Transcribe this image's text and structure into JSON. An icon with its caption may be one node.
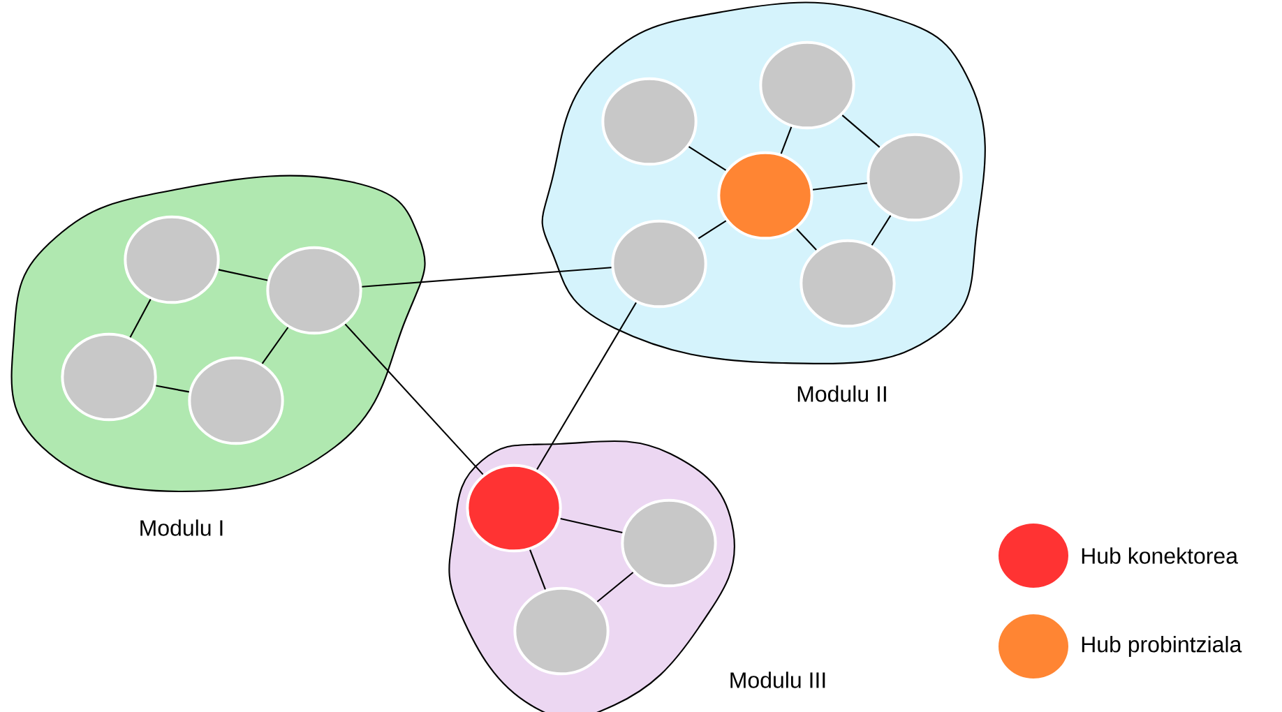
{
  "diagram": {
    "nodes": [
      {
        "text": [
          "Modulu I"
        ]
      },
      {
        "text": [],
        "shape": "circle",
        "in": 0
      },
      {
        "text": [],
        "shape": "circle",
        "in": 0
      },
      {
        "text": [],
        "shape": "circle",
        "in": 0
      },
      {
        "text": [],
        "shape": "circle",
        "in": 0
      },
      {
        "text": [
          "Modulu II"
        ]
      },
      {
        "text": [],
        "shape": "circle",
        "in": 5
      },
      {
        "text": [],
        "shape": "circle",
        "in": 5
      },
      {
        "text": [],
        "shape": "circle",
        "in": 5
      },
      {
        "text": [],
        "shape": "circle",
        "in": 5
      },
      {
        "text": [],
        "shape": "circle",
        "in": 5
      },
      {
        "text": [],
        "shape": "circle",
        "in": 5
      },
      {
        "text": [
          "Modulu III"
        ]
      },
      {
        "text": [],
        "shape": "circle",
        "in": 12
      },
      {
        "text": [],
        "shape": "circle",
        "in": 12
      },
      {
        "text": [],
        "shape": "circle",
        "in": 12
      }
    ],
    "edges": [
      {
        "from": 1,
        "to": 2,
        "arrow": "none"
      },
      {
        "from": 1,
        "to": 3,
        "arrow": "none"
      },
      {
        "from": 3,
        "to": 4,
        "arrow": "none"
      },
      {
        "from": 4,
        "to": 2,
        "arrow": "none"
      },
      {
        "from": 2,
        "to": 10,
        "arrow": "none"
      },
      {
        "from": 2,
        "to": 13,
        "arrow": "none"
      },
      {
        "from": 10,
        "to": 13,
        "arrow": "none"
      },
      {
        "from": 6,
        "to": 8,
        "arrow": "none"
      },
      {
        "from": 7,
        "to": 8,
        "arrow": "none"
      },
      {
        "from": 8,
        "to": 9,
        "arrow": "none"
      },
      {
        "from": 8,
        "to": 10,
        "arrow": "none"
      },
      {
        "from": 8,
        "to": 11,
        "arrow": "none"
      },
      {
        "from": 7,
        "to": 9,
        "arrow": "none"
      },
      {
        "from": 9,
        "to": 11,
        "arrow": "none"
      },
      {
        "from": 13,
        "to": 14,
        "arrow": "none"
      },
      {
        "from": 13,
        "to": 15,
        "arrow": "none"
      },
      {
        "from": 14,
        "to": 15,
        "arrow": "none"
      }
    ],
    "legend": [
      {
        "text": "Hub konektorea",
        "color": "#ff3333"
      },
      {
        "text": "Hub probintziala",
        "color": "#ff8533"
      }
    ]
  }
}
